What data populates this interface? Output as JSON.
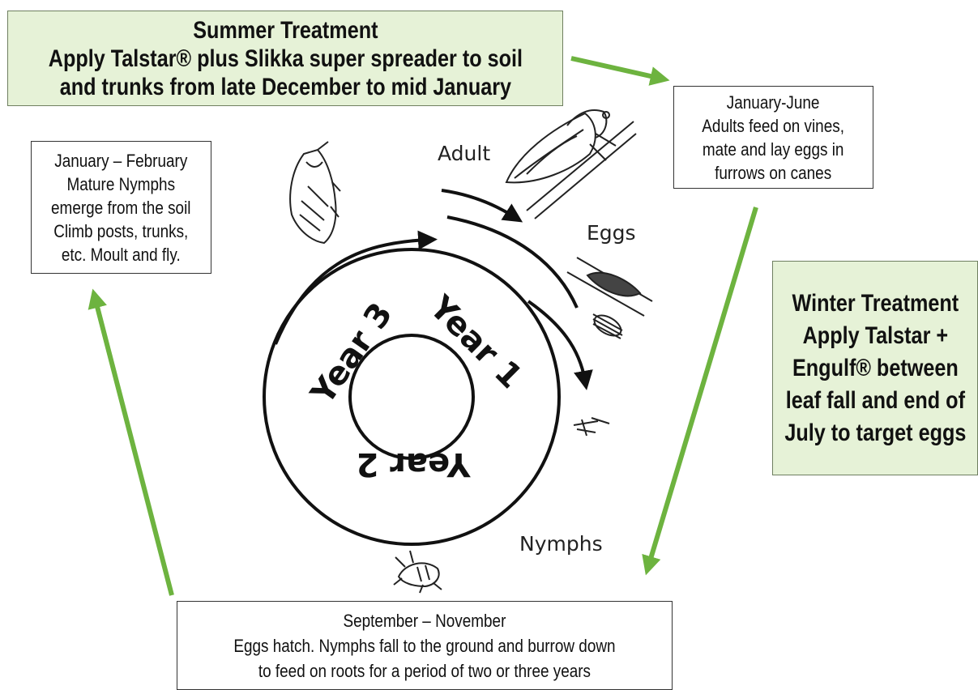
{
  "summer_box": {
    "lines": [
      "Summer Treatment",
      "Apply Talstar® plus Slikka super spreader to soil",
      "and trunks from late December to mid January"
    ]
  },
  "winter_box": {
    "lines": [
      "Winter Treatment",
      "Apply Talstar +",
      "Engulf® between",
      "leaf fall and end of",
      "July to target eggs"
    ]
  },
  "jan_june_box": {
    "lines": [
      "January-June",
      "Adults feed on vines,",
      "mate and lay eggs in",
      "furrows on canes"
    ]
  },
  "jan_feb_box": {
    "lines": [
      "January – February",
      "Mature Nymphs",
      "emerge from the soil",
      "Climb posts, trunks,",
      "etc. Moult and fly."
    ]
  },
  "sep_nov_box": {
    "lines": [
      "September – November",
      "Eggs hatch. Nymphs fall to the ground and burrow down",
      "to feed on roots for a period of two or three years"
    ]
  },
  "stages": {
    "adult": "Adult",
    "eggs": "Eggs",
    "nymphs": "Nymphs"
  },
  "years": {
    "year1": "Year 1",
    "year2": "Year 2",
    "year3": "Year 3"
  },
  "colors": {
    "green_arrow": "#6db33f",
    "treatment_fill": "#e6f2d7",
    "ink": "#111111"
  },
  "icons": [
    "cicada-adult-icon",
    "egg-furrow-icon",
    "egg-cluster-icon",
    "hatchling-icon",
    "nymph-icon",
    "emerging-nymph-icon"
  ]
}
